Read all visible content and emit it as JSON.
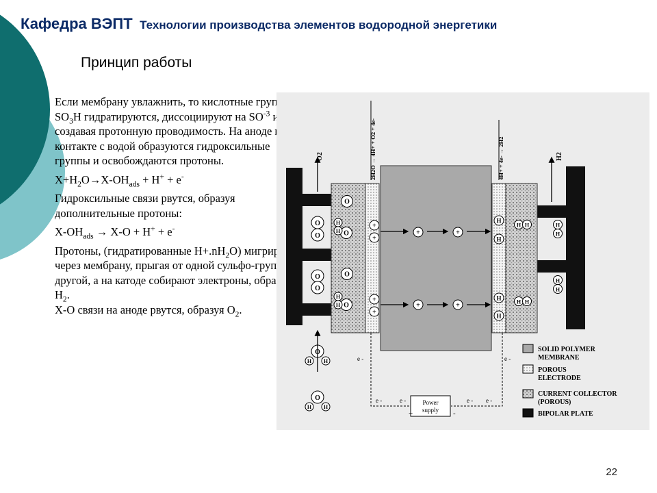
{
  "header": {
    "dept": "Кафедра ВЭПТ",
    "topic": "Технологии производства элементов водородной энергетики"
  },
  "slide": {
    "title": "Принцип работы",
    "page_number": "22"
  },
  "text": {
    "p1_a": "Если мембрану увлажнить, то кислотные группы –SO",
    "p1_sub1": "3",
    "p1_b": "H гидратируются, диссоциируют на SO",
    "p1_sup1": "-3",
    "p1_c": " и H",
    "p1_sup2": "+",
    "p1_d": ", создавая протонную проводимость. На аноде в контакте с водой образуются гидроксильные группы и освобождаются протоны.",
    "eq1_a": "X+H",
    "eq1_sub1": "2",
    "eq1_b": "O",
    "eq1_arrow": "→",
    "eq1_c": "X-OH",
    "eq1_sub2": "ads",
    "eq1_d": " + H",
    "eq1_sup1": "+",
    "eq1_e": " + e",
    "eq1_sup2": "-",
    "p2": "Гидроксильные связи рвутся, образуя дополнительные протоны:",
    "eq2_a": "X-OH",
    "eq2_sub1": "ads",
    "eq2_b": " → X-O + H",
    "eq2_sup1": "+",
    "eq2_c": " + e",
    "eq2_sup2": "-",
    "p3_a": "Протоны, (гидратированные H+.nH",
    "p3_sub1": "2",
    "p3_b": "O) мигрируют через мембрану, прыгая от одной сульфо-группы к другой, а на катоде собирают электроны, образуя H",
    "p3_sub2": "2",
    "p3_c": ".",
    "p4_a": "X-O связи на аноде рвутся, образуя O",
    "p4_sub1": "2",
    "p4_b": "."
  },
  "figure": {
    "o2_label": "O2",
    "h2_label": "H2",
    "anode_eq": "2H2O → 4H+ + O2 + 4e-",
    "cathode_eq": "4H+ + 4e- → 2H2",
    "power_supply_line1": "Power",
    "power_supply_line2": "supply",
    "plus": "+",
    "minus": "-",
    "electron": "e -",
    "legend": [
      {
        "label_line1": "SOLID POLYMER",
        "label_line2": "MEMBRANE",
        "swatch": "membrane"
      },
      {
        "label_line1": "POROUS",
        "label_line2": "ELECTRODE",
        "swatch": "electrode"
      },
      {
        "label_line1": "CURRENT COLLECTOR",
        "label_line2": "(POROUS)",
        "swatch": "collector"
      },
      {
        "label_line1": "BIPOLAR PLATE",
        "label_line2": "",
        "swatch": "bipolar"
      }
    ],
    "symbols": {
      "oxygen": "O",
      "hydrogen": "H",
      "proton": "+"
    }
  },
  "colors": {
    "header_text": "#0b2a66",
    "deco_teal_dark": "#0f6e6e",
    "deco_teal_light": "#7fc4c9",
    "figure_bg": "#ececec",
    "membrane": "#a9a9a9"
  }
}
